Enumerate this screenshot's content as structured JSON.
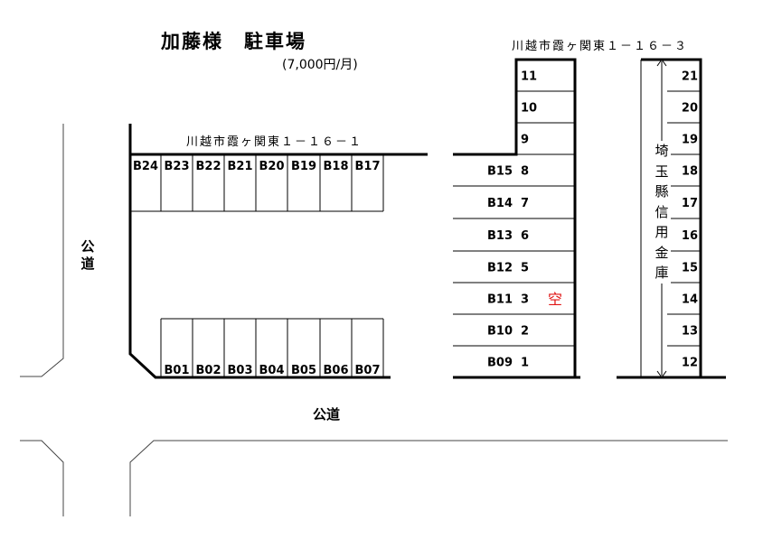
{
  "title": "加藤様　駐車場",
  "price": "(7,000円/月)",
  "address_1": "川越市霞ヶ関東１－１６－１",
  "address_3": "川越市霞ヶ関東１－１６－３",
  "road_vertical": "公道",
  "road_horizontal": "公道",
  "neighbor_building": "埼玉縣信用金庫",
  "vacant_label": "空",
  "vacant_spot": "3",
  "colors": {
    "vacant": "#e01515",
    "lines": "#000000"
  },
  "top_row_spots": [
    "B24",
    "B23",
    "B22",
    "B21",
    "B20",
    "B19",
    "B18",
    "B17"
  ],
  "bottom_row_spots": [
    "B01",
    "B02",
    "B03",
    "B04",
    "B05",
    "B06",
    "B07"
  ],
  "middle_b_spots": [
    "B15",
    "B14",
    "B13",
    "B12",
    "B11",
    "B10",
    "B09"
  ],
  "middle_num_spots": [
    "11",
    "10",
    "9",
    "8",
    "7",
    "6",
    "5",
    "3",
    "2",
    "1"
  ],
  "right_column_spots": [
    "21",
    "20",
    "19",
    "18",
    "17",
    "16",
    "15",
    "14",
    "13",
    "12"
  ]
}
